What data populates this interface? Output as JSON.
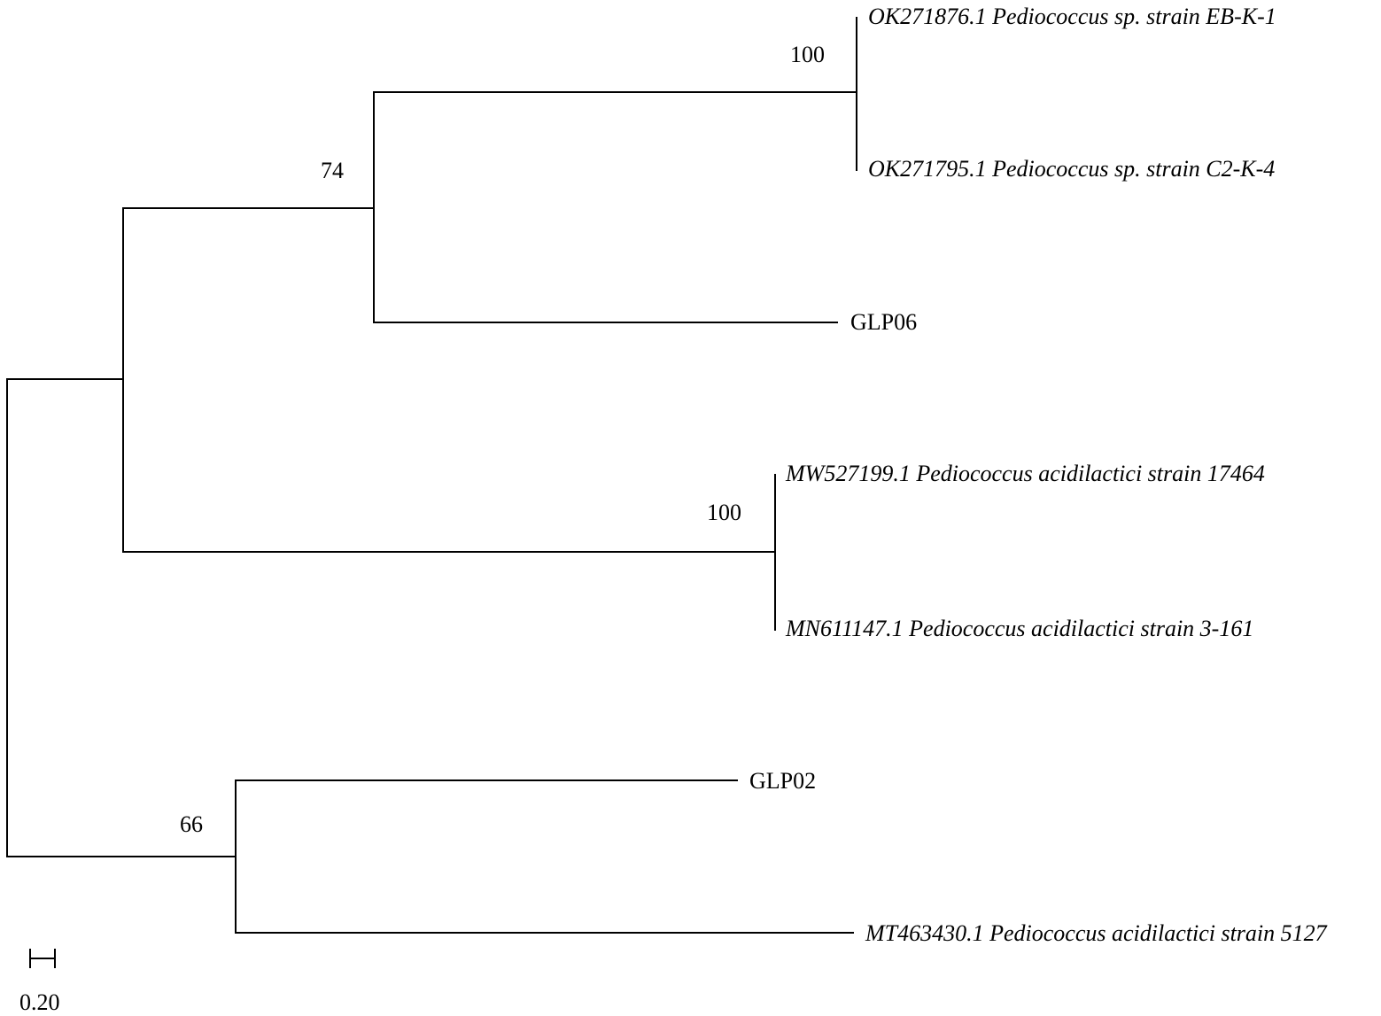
{
  "tree": {
    "taxa": [
      {
        "id": "ok271876",
        "label": "OK271876.1 Pediococcus sp. strain EB-K-1",
        "italic": true
      },
      {
        "id": "ok271795",
        "label": "OK271795.1 Pediococcus sp. strain C2-K-4",
        "italic": true
      },
      {
        "id": "glp06",
        "label": "GLP06",
        "italic": false
      },
      {
        "id": "mw527199",
        "label": "MW527199.1 Pediococcus acidilactici strain 17464",
        "italic": true
      },
      {
        "id": "mn611147",
        "label": "MN611147.1 Pediococcus acidilactici strain 3-161",
        "italic": true
      },
      {
        "id": "glp02",
        "label": "GLP02",
        "italic": false
      },
      {
        "id": "mt463430",
        "label": "MT463430.1 Pediococcus acidilactici strain 5127",
        "italic": true
      }
    ],
    "support_values": [
      {
        "node": "ok271876+ok271795",
        "value": "100"
      },
      {
        "node": "ok-clade+glp06",
        "value": "74"
      },
      {
        "node": "mw527199+mn611147",
        "value": "100"
      },
      {
        "node": "glp02+mt463430",
        "value": "66"
      }
    ],
    "scale_bar": {
      "label": "0.20"
    }
  }
}
